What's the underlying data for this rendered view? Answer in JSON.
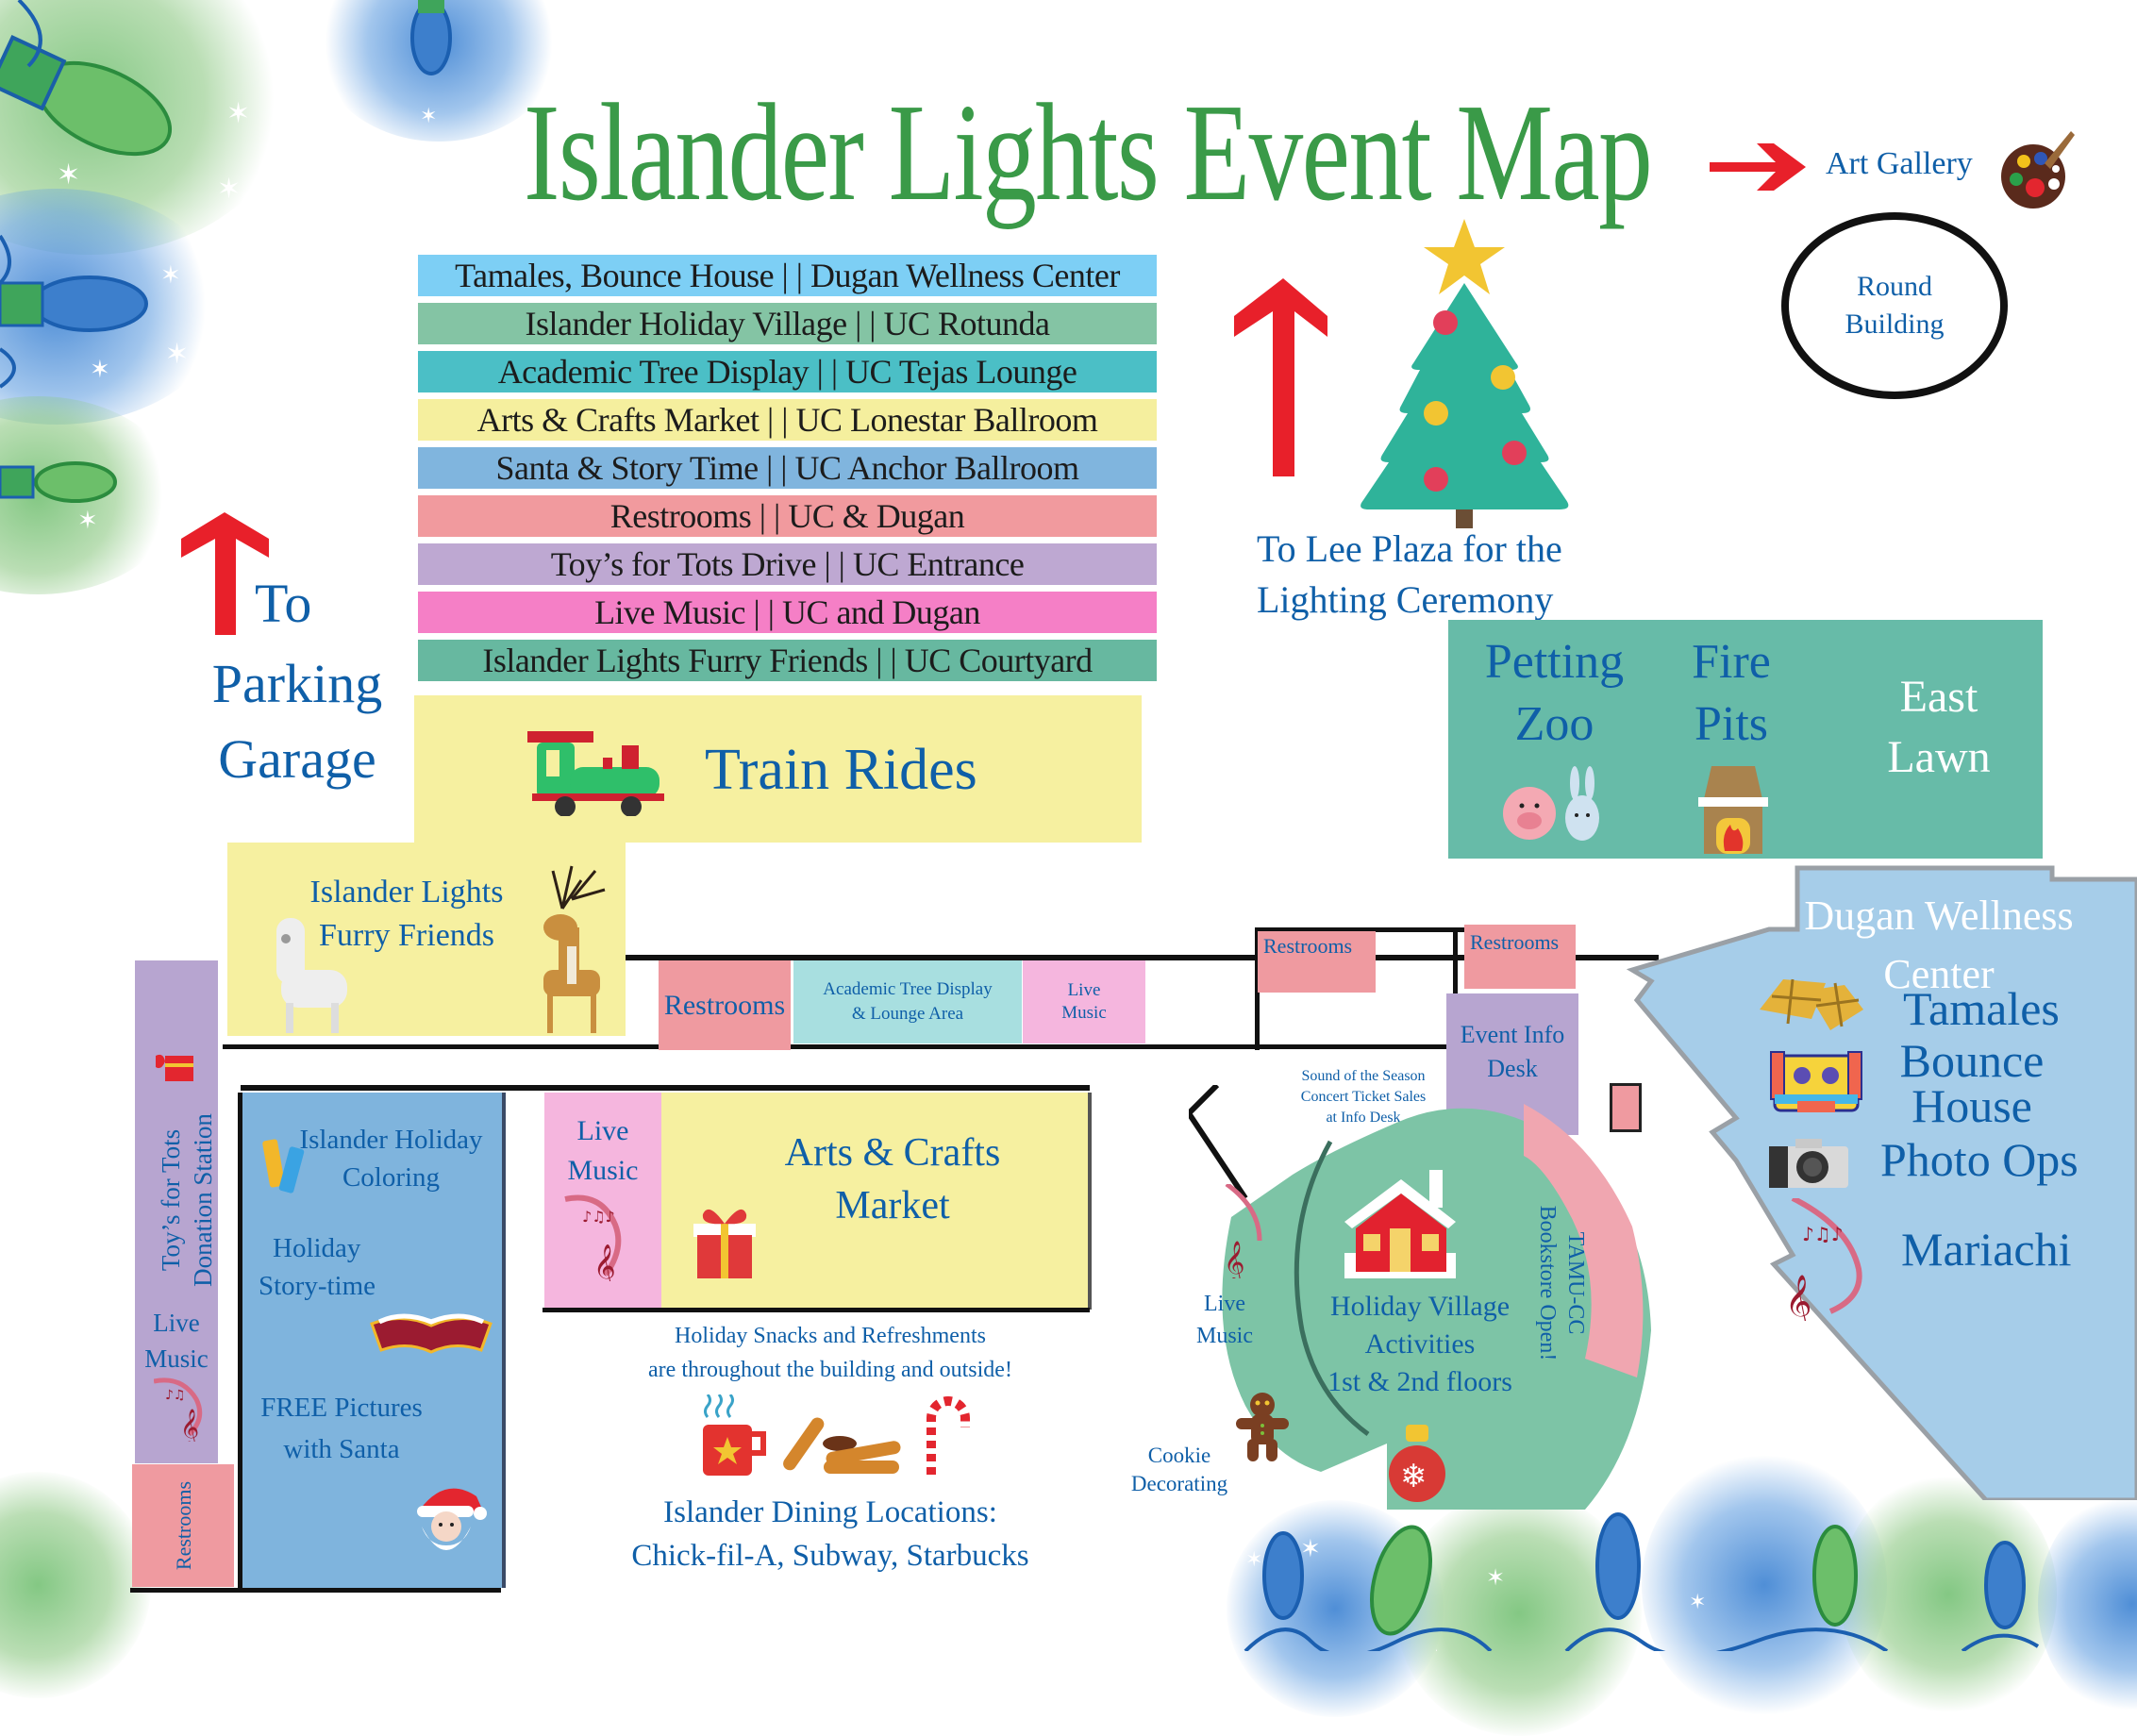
{
  "title": "Islander Lights Event Map",
  "legend": [
    {
      "activity": "Tamales, Bounce House",
      "location": "Dugan Wellness Center",
      "label": "Tamales, Bounce House | | Dugan Wellness Center",
      "color": "#7dcff5"
    },
    {
      "activity": "Islander Holiday Village",
      "location": "UC Rotunda",
      "label": "Islander Holiday Village | | UC Rotunda",
      "color": "#84c4a4"
    },
    {
      "activity": "Academic Tree Display",
      "location": "UC Tejas Lounge",
      "label": "Academic Tree Display | | UC Tejas Lounge",
      "color": "#4bbfc6"
    },
    {
      "activity": "Arts & Crafts Market",
      "location": "UC Lonestar Ballroom",
      "label": "Arts & Crafts Market | | UC Lonestar Ballroom",
      "color": "#f5ef9e"
    },
    {
      "activity": "Santa & Story Time",
      "location": "UC Anchor Ballroom",
      "label": "Santa & Story Time | | UC Anchor Ballroom",
      "color": "#80b5de"
    },
    {
      "activity": "Restrooms",
      "location": "UC & Dugan",
      "label": "Restrooms | | UC  & Dugan",
      "color": "#f19a9e"
    },
    {
      "activity": "Toy's for Tots Drive",
      "location": "UC Entrance",
      "label": "Toy’s for Tots Drive | | UC Entrance",
      "color": "#bea8d2"
    },
    {
      "activity": "Live Music",
      "location": "UC and Dugan",
      "label": "Live Music | | UC and Dugan",
      "color": "#f57fc6"
    },
    {
      "activity": "Islander Lights Furry Friends",
      "location": "UC Courtyard",
      "label": "Islander Lights Furry Friends | | UC Courtyard",
      "color": "#67b8a0"
    }
  ],
  "directions": {
    "art_gallery": "Art Gallery",
    "round_building_line1": "Round",
    "round_building_line2": "Building",
    "lee_plaza_line1": "To Lee Plaza for the",
    "lee_plaza_line2": "Lighting Ceremony",
    "parking_line1": "To",
    "parking_line2": "Parking",
    "parking_line3": "Garage"
  },
  "east_lawn": {
    "petting_zoo_line1": "Petting",
    "petting_zoo_line2": "Zoo",
    "fire_pits_line1": "Fire",
    "fire_pits_line2": "Pits",
    "east_lawn_line1": "East",
    "east_lawn_line2": "Lawn"
  },
  "train_rides": "Train Rides",
  "furry_friends_line1": "Islander Lights",
  "furry_friends_line2": "Furry Friends",
  "rooms": {
    "restrooms_upper_left": "Restrooms",
    "academic_tree_line1": "Academic Tree Display",
    "academic_tree_line2": "& Lounge Area",
    "live_music_upper_line1": "Live",
    "live_music_upper_line2": "Music",
    "restrooms_mid": "Restrooms",
    "restrooms_right": "Restrooms",
    "event_info_line1": "Event Info",
    "event_info_line2": "Desk",
    "concert_line1": "Sound of the Season",
    "concert_line2": "Concert Ticket Sales",
    "concert_line3": "at Info Desk",
    "toys_line1": "Toy’s for Tots",
    "toys_line2": "Donation Station",
    "live_music_left_line1": "Live",
    "live_music_left_line2": "Music",
    "restrooms_bottom_left": "Restrooms",
    "coloring_line1": "Islander Holiday",
    "coloring_line2": "Coloring",
    "storytime_line1": "Holiday",
    "storytime_line2": "Story-time",
    "santa_line1": "FREE Pictures",
    "santa_line2": "with Santa",
    "live_music_mid_line1": "Live",
    "live_music_mid_line2": "Music",
    "arts_line1": "Arts & Crafts",
    "arts_line2": "Market",
    "snacks_line1": "Holiday Snacks and Refreshments",
    "snacks_line2": "are throughout the building and outside!",
    "dining_line1": "Islander Dining Locations:",
    "dining_line2": "Chick-fil-A, Subway, Starbucks",
    "village_line1": "Holiday Village",
    "village_line2": "Activities",
    "village_line3": "1st & 2nd  floors",
    "live_music_village_line1": "Live",
    "live_music_village_line2": "Music",
    "cookie_line1": "Cookie",
    "cookie_line2": "Decorating",
    "bookstore_line1": "TAMU-CC",
    "bookstore_line2": "Bookstore Open!"
  },
  "dugan": {
    "title_line1": "Dugan Wellness",
    "title_line2": "Center",
    "items": [
      "Tamales",
      "Bounce",
      "House",
      "Photo Ops",
      "Mariachi"
    ]
  },
  "colors": {
    "title_green": "#3a9a48",
    "label_blue": "#0f5fa8",
    "arrow_red": "#e8202a",
    "dugan_blue": "#a6cde9",
    "village_green": "#7dc4a6"
  }
}
